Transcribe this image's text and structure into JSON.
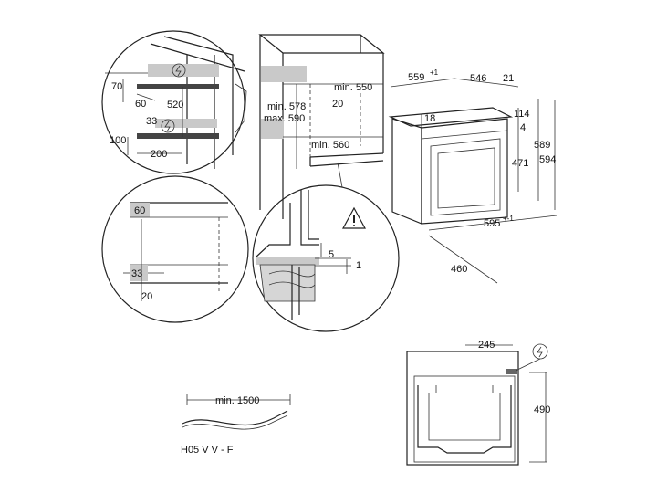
{
  "detail_circle_top": {
    "dim_70": "70",
    "dim_60": "60",
    "dim_520": "520",
    "dim_33": "33",
    "dim_100": "100",
    "dim_200": "200"
  },
  "cabinet": {
    "min_578": "min. 578",
    "max_590": "max. 590",
    "min_550": "min. 550",
    "dim_20": "20",
    "min_560": "min. 560"
  },
  "detail_circle_bottom_left": {
    "dim_60": "60",
    "dim_33": "33",
    "dim_20": "20"
  },
  "detail_circle_warning": {
    "dim_5": "5",
    "dim_1": "1"
  },
  "oven": {
    "dim_559": "559",
    "sup_559": "+1",
    "dim_546": "546",
    "dim_21": "21",
    "dim_18": "18",
    "dim_114": "114",
    "dim_4": "4",
    "dim_471": "471",
    "dim_589": "589",
    "dim_594": "594",
    "dim_595": "595",
    "sup_595": "+-1",
    "dim_460": "460"
  },
  "cable": {
    "min_1500": "min. 1500",
    "type": "H05 V V - F"
  },
  "rear_view": {
    "dim_245": "245",
    "dim_490": "490"
  }
}
